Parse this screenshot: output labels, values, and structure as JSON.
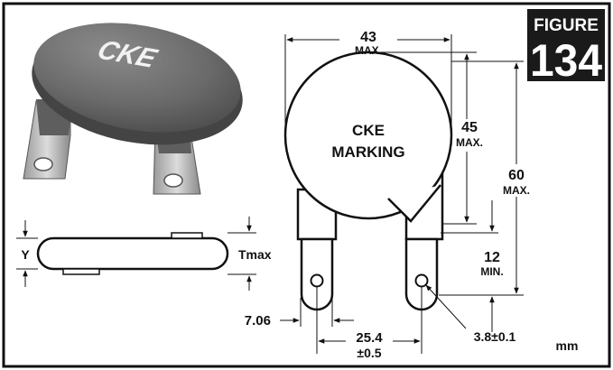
{
  "figure": {
    "label": "FIGURE",
    "number": "134"
  },
  "product_photo": {
    "brand_text": "CKE"
  },
  "drawing": {
    "body_text_line1": "CKE",
    "body_text_line2": "MARKING",
    "units": "mm"
  },
  "dimensions": {
    "width_value": "43",
    "width_note": "MAX.",
    "body_height_value": "45",
    "body_height_note": "MAX.",
    "total_height_value": "60",
    "total_height_note": "MAX.",
    "lead_length_value": "12",
    "lead_length_note": "MIN.",
    "lead_width": "7.06",
    "lead_spacing_value": "25.4",
    "lead_spacing_tolerance": "±0.5",
    "hole_diameter": "3.8±0.1"
  },
  "side_view": {
    "y_label": "Y",
    "t_label": "Tmax"
  },
  "colors": {
    "frame": "#111111",
    "figure_badge": "#1a1a1a",
    "component_body": "#6e6e6e",
    "lead_metal": "#b8b8b8"
  }
}
